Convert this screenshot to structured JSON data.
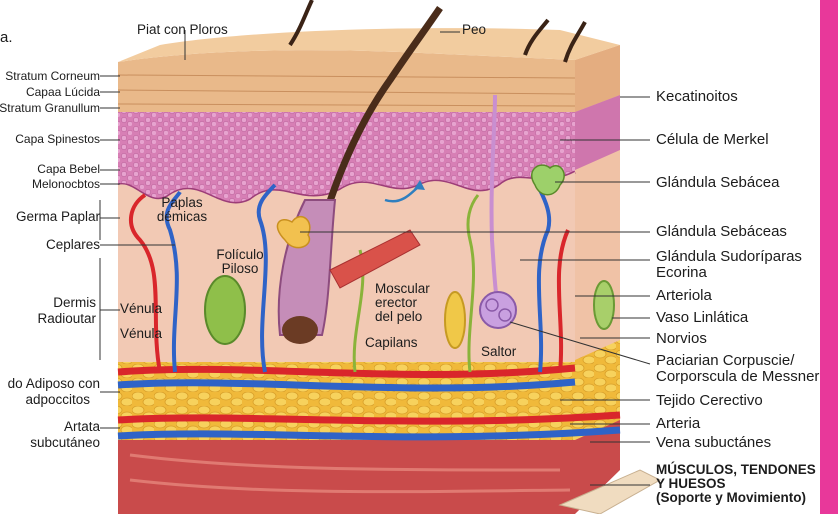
{
  "corner_fragment": "a.",
  "top_labels": {
    "piat": "Piat con Ploros",
    "peo": "Peo"
  },
  "left_labels": {
    "stratum_corneum": "Stratum Corneum",
    "capa_lucida": "Capaa Lúcida",
    "stratum_granulum": "Stratum Granullum",
    "capa_spinestos": "Capa Spinestos",
    "capa_bebel": "Capa Bebel",
    "melonocbtos": "Melonocbtos",
    "germa_paplar": "Germa Paplar",
    "ceplares": "Ceplares",
    "dermis_1": "Dermis",
    "dermis_2": "Radioutar",
    "adiposo_1": "do Adiposo con",
    "adiposo_2": "adpoccitos",
    "artata_1": "Artata",
    "artata_2": "subcutáneo"
  },
  "inner_labels": {
    "paplas_1": "Paplas",
    "paplas_2": "démicas",
    "foliculo_1": "Folículo",
    "foliculo_2": "Piloso",
    "venula_a": "Vénula",
    "venula_b": "Vénula",
    "moscular_1": "Moscular",
    "moscular_2": "erector",
    "moscular_3": "del pelo",
    "capilans": "Capilans",
    "saltor": "Saltor"
  },
  "right_labels": {
    "kecatinoitos": "Kecatinoitos",
    "merkel": "Célula de Merkel",
    "sebacea": "Glándula Sebácea",
    "sebaceas": "Glándula Sebáceas",
    "sudoriparas_1": "Glándula Sudoríparas",
    "sudoriparas_2": "Ecorina",
    "arteriola": "Arteriola",
    "vaso": "Vaso Linlática",
    "norvios": "Norvios",
    "paciarian_1": "Paciarian Corpuscie/",
    "paciarian_2": "Corporscula de Messner",
    "tejido": "Tejido Cerectivo",
    "arteria": "Arteria",
    "vena": "Vena subuctánes",
    "musculos_1": "MÚSCULOS, TENDONES",
    "musculos_2": "Y HUESOS",
    "musculos_3": "(Soporte y Movimiento)"
  },
  "colors": {
    "epidermis": "#e9b98a",
    "spinous": "#d982b8",
    "dermis": "#f2c9b4",
    "fat": "#f4c847",
    "artery": "#d9262b",
    "vein": "#2f63c7",
    "muscle": "#c94b4b",
    "accent_bar": "#e8389a"
  }
}
